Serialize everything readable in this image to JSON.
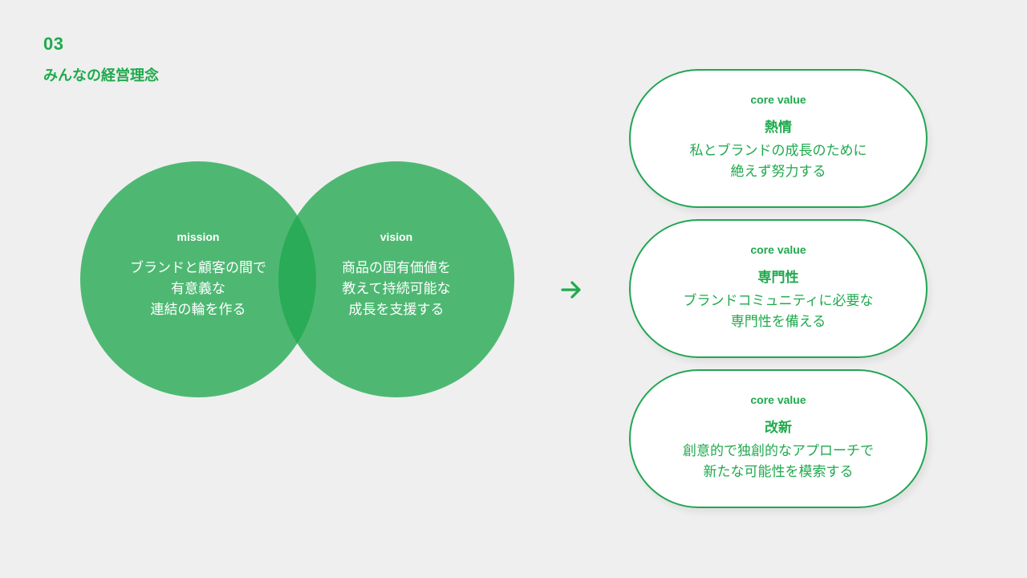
{
  "header": {
    "section_number": "03",
    "section_title": "みんなの経営理念"
  },
  "venn": {
    "mission": {
      "label": "mission",
      "text": "ブランドと顧客の間で\n有意義な\n連結の輪を作る"
    },
    "vision": {
      "label": "vision",
      "text": "商品の固有価値を\n教えて持続可能な\n成長を支援する"
    }
  },
  "arrow": {
    "icon": "arrow-right-icon",
    "color": "#1faa4d"
  },
  "core_values": [
    {
      "label": "core value",
      "title": "熱情",
      "text": "私とブランドの成長のために\n絶えず努力する"
    },
    {
      "label": "core value",
      "title": "専門性",
      "text": "ブランドコミュニティに必要な\n専門性を備える"
    },
    {
      "label": "core value",
      "title": "改新",
      "text": "創意的で独創的なアプローチで\n新たな可能性を模索する"
    }
  ],
  "colors": {
    "accent": "#1faa4d",
    "circle_fill": "#4cb874",
    "background": "#efefef"
  }
}
